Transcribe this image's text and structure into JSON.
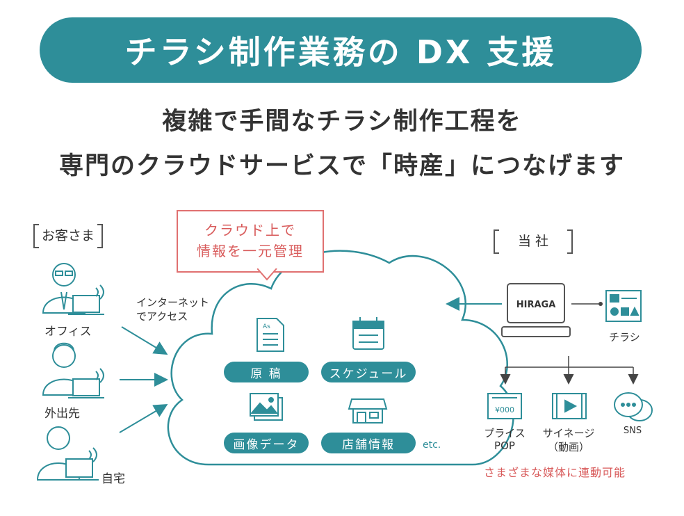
{
  "banner": {
    "title": "チラシ制作業務の DX 支援"
  },
  "subtitle": {
    "line1": "複雑で手間なチラシ制作工程を",
    "line2": "専門のクラウドサービスで「時産」につなげます"
  },
  "customer": {
    "label": "お客さま",
    "internet_line1": "インターネット",
    "internet_line2": "でアクセス",
    "locations": [
      "オフィス",
      "外出先",
      "自宅"
    ]
  },
  "cloud": {
    "callout_line1": "クラウド上で",
    "callout_line2": "情報を一元管理",
    "items": [
      "原 稿",
      "スケジュール",
      "画像データ",
      "店舗情報"
    ],
    "etc": "etc."
  },
  "company": {
    "label": "当 社",
    "system": "HIRAGA",
    "flyer": "チラシ",
    "media": [
      {
        "line1": "プライス",
        "line2": "POP"
      },
      {
        "line1": "サイネージ",
        "line2": "（動画）"
      },
      {
        "line1": "SNS",
        "line2": ""
      }
    ],
    "price_tag": "¥000",
    "note": "さまざまな媒体に連動可能"
  },
  "colors": {
    "teal": "#2e8e99",
    "red": "#d85a5a",
    "gray": "#333333"
  }
}
